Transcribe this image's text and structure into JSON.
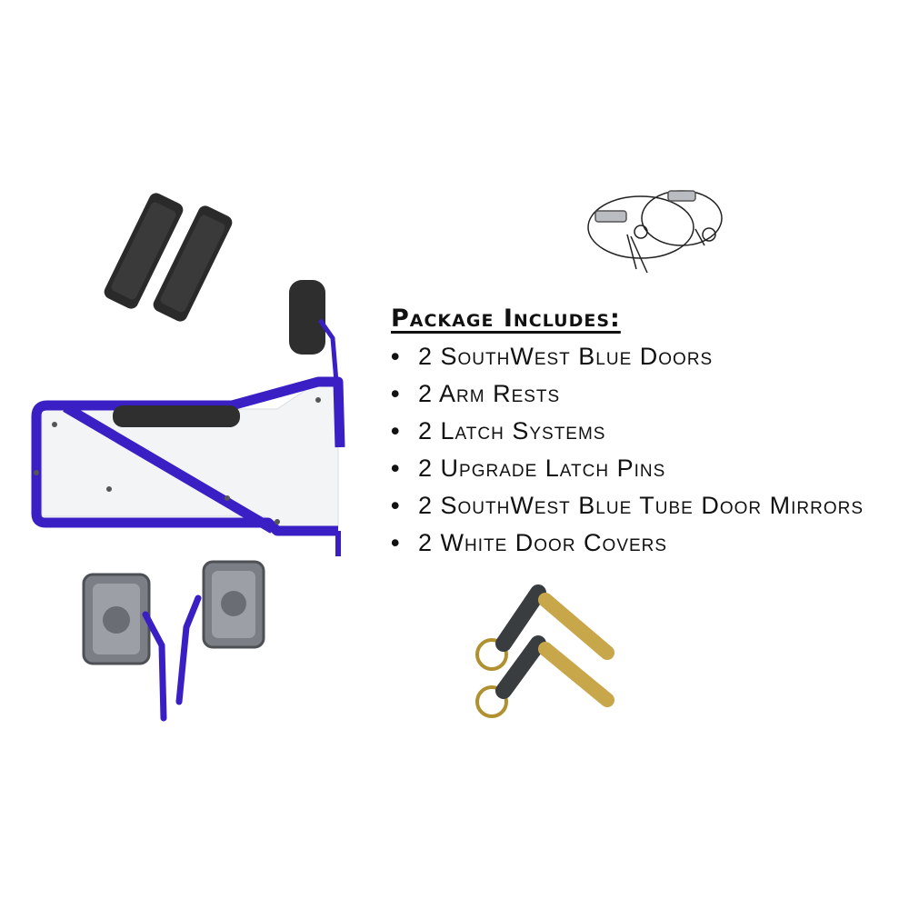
{
  "package": {
    "title": "Package Includes:",
    "items": [
      "2 SouthWest Blue Doors",
      "2 Arm Rests",
      "2 Latch Systems",
      "2 Upgrade Latch Pins",
      "2 SouthWest Blue Tube Door Mirrors",
      "2 White Door Covers"
    ]
  },
  "colors": {
    "tube_blue": "#3a1fc4",
    "cover_white": "#f3f4f6",
    "arm_rest_black": "#2a2a2a",
    "mirror_gray": "#7b7f85",
    "pin_brass": "#c8a64a"
  },
  "icons": [
    "arm-rest-pads",
    "latch-cables",
    "tube-door",
    "tube-mirrors",
    "latch-pins"
  ]
}
